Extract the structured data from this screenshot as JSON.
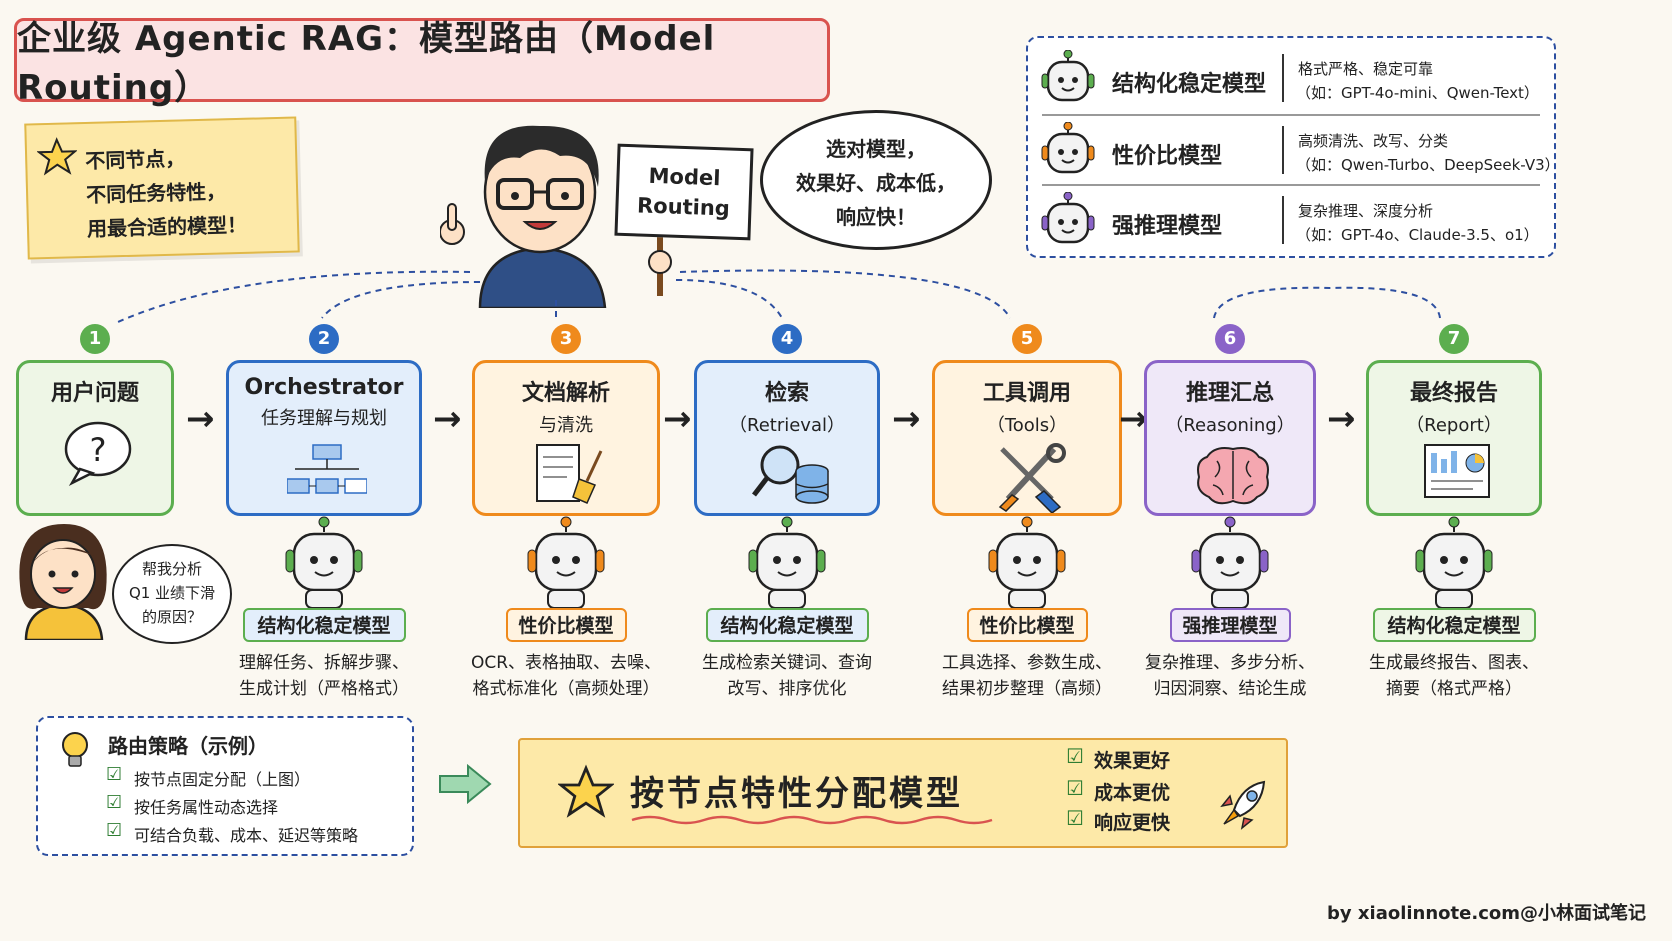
{
  "title": "企业级 Agentic RAG：模型路由（Model Routing）",
  "note": {
    "lines": [
      "不同节点，",
      "不同任务特性，",
      "用最合适的模型！"
    ]
  },
  "sign": {
    "line1": "Model",
    "line2": "Routing"
  },
  "speech": {
    "lines": [
      "选对模型，",
      "效果好、成本低，",
      "响应快！"
    ]
  },
  "legend": [
    {
      "name": "结构化稳定模型",
      "line1": "格式严格、稳定可靠",
      "line2": "（如：GPT-4o-mini、Qwen-Text）",
      "color": "#5cae4f"
    },
    {
      "name": "性价比模型",
      "line1": "高频清洗、改写、分类",
      "line2": "（如：Qwen-Turbo、DeepSeek-V3）",
      "color": "#ef8a1c"
    },
    {
      "name": "强推理模型",
      "line1": "复杂推理、深度分析",
      "line2": "（如：GPT-4o、Claude-3.5、o1）",
      "color": "#8a63c8"
    }
  ],
  "nodes": [
    {
      "num": "1",
      "title": "用户问题",
      "subtitle": "",
      "color": "#5cae4f",
      "bg": "#eef6e6",
      "model": "",
      "desc1": "",
      "desc2": "",
      "icon": "question-bubble-icon"
    },
    {
      "num": "2",
      "title": "Orchestrator",
      "subtitle": "任务理解与规划",
      "color": "#2d6cc4",
      "bg": "#e3eefb",
      "model": "结构化稳定模型",
      "desc1": "理解任务、拆解步骤、",
      "desc2": "生成计划（严格格式）",
      "icon": "flowchart-icon"
    },
    {
      "num": "3",
      "title": "文档解析",
      "subtitle": "与清洗",
      "color": "#ef8a1c",
      "bg": "#fff3e0",
      "model": "性价比模型",
      "desc1": "OCR、表格抽取、去噪、",
      "desc2": "格式标准化（高频处理）",
      "icon": "document-broom-icon"
    },
    {
      "num": "4",
      "title": "检索",
      "subtitle": "（Retrieval）",
      "color": "#2d6cc4",
      "bg": "#e3eefb",
      "model": "结构化稳定模型",
      "desc1": "生成检索关键词、查询",
      "desc2": "改写、排序优化",
      "icon": "magnifier-database-icon"
    },
    {
      "num": "5",
      "title": "工具调用",
      "subtitle": "（Tools）",
      "color": "#ef8a1c",
      "bg": "#fff3e0",
      "model": "性价比模型",
      "desc1": "工具选择、参数生成、",
      "desc2": "结果初步整理（高频）",
      "icon": "tools-icon"
    },
    {
      "num": "6",
      "title": "推理汇总",
      "subtitle": "（Reasoning）",
      "color": "#8a63c8",
      "bg": "#efe8f8",
      "model": "强推理模型",
      "desc1": "复杂推理、多步分析、",
      "desc2": "归因洞察、结论生成",
      "icon": "brain-icon"
    },
    {
      "num": "7",
      "title": "最终报告",
      "subtitle": "（Report）",
      "color": "#5cae4f",
      "bg": "#eef6e6",
      "model": "结构化稳定模型",
      "desc1": "生成最终报告、图表、",
      "desc2": "摘要（格式严格）",
      "icon": "report-icon"
    }
  ],
  "user_speech": {
    "lines": [
      "帮我分析",
      "Q1 业绩下滑",
      "的原因？"
    ]
  },
  "strategy": {
    "heading": "路由策略（示例）",
    "items": [
      "按节点固定分配（上图）",
      "按任务属性动态选择",
      "可结合负载、成本、延迟等策略"
    ]
  },
  "banner": {
    "main": "按节点特性分配模型",
    "benefits": [
      "效果更好",
      "成本更优",
      "响应更快"
    ]
  },
  "byline": "by xiaolinnote.com@小林面试笔记"
}
